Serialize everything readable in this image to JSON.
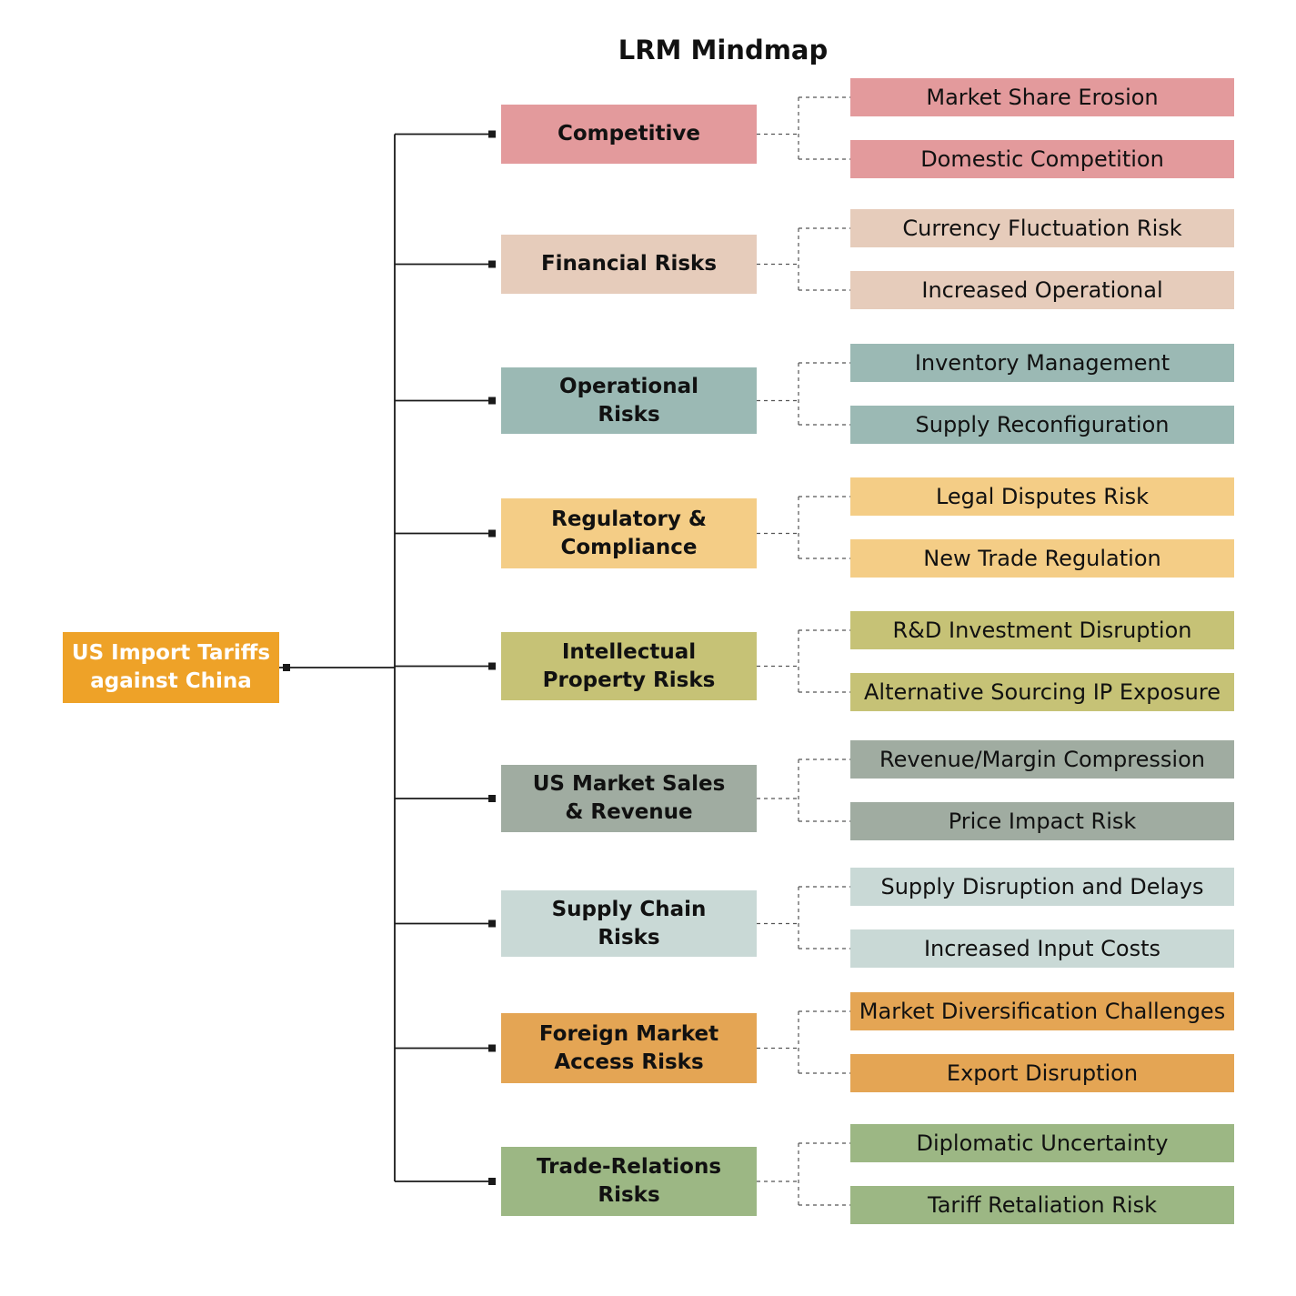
{
  "title": "LRM Mindmap",
  "root": {
    "label": "US Import Tariffs\nagainst China",
    "color": "#EEA228"
  },
  "colors": {
    "connector": "#1a1a1a",
    "dashed_connector": "#555555"
  },
  "branches": [
    {
      "label": "Competitive",
      "color": "#E39A9C",
      "children": [
        "Market Share Erosion",
        "Domestic Competition"
      ]
    },
    {
      "label": "Financial Risks",
      "color": "#E6CCBB",
      "children": [
        "Currency Fluctuation Risk",
        "Increased Operational"
      ]
    },
    {
      "label": "Operational\nRisks",
      "color": "#9BB9B4",
      "children": [
        "Inventory Management",
        "Supply Reconfiguration"
      ]
    },
    {
      "label": "Regulatory &\nCompliance",
      "color": "#F4CD86",
      "children": [
        "Legal Disputes Risk",
        "New Trade Regulation"
      ]
    },
    {
      "label": "Intellectual\nProperty Risks",
      "color": "#C6C276",
      "children": [
        "R&D Investment Disruption",
        "Alternative Sourcing IP Exposure"
      ]
    },
    {
      "label": "US Market Sales\n& Revenue",
      "color": "#A0ACA1",
      "children": [
        "Revenue/Margin Compression",
        "Price Impact Risk"
      ]
    },
    {
      "label": "Supply Chain\nRisks",
      "color": "#C9D9D6",
      "children": [
        "Supply Disruption and Delays",
        "Increased Input Costs"
      ]
    },
    {
      "label": "Foreign Market\nAccess Risks",
      "color": "#E4A554",
      "children": [
        "Market Diversification Challenges",
        "Export Disruption"
      ]
    },
    {
      "label": "Trade-Relations\nRisks",
      "color": "#9CB784",
      "children": [
        "Diplomatic Uncertainty",
        "Tariff Retaliation Risk"
      ]
    }
  ]
}
